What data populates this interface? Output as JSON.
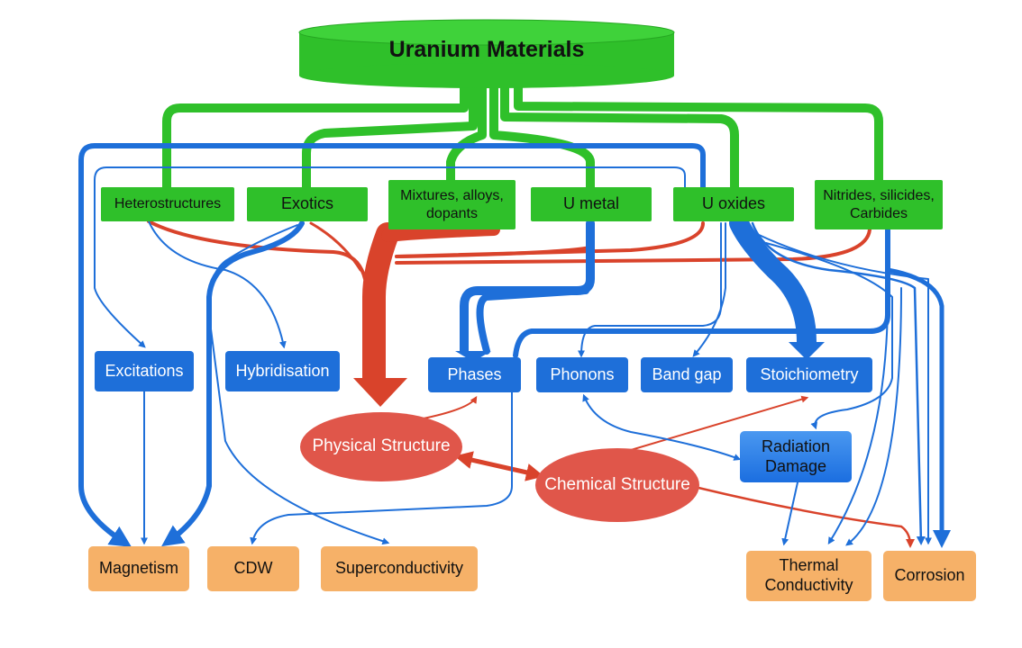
{
  "title": "Uranium Materials",
  "materials": {
    "heterostructures": "Heterostructures",
    "exotics": "Exotics",
    "mixtures": "Mixtures, alloys, dopants",
    "u_metal": "U metal",
    "u_oxides": "U oxides",
    "nitrides": "Nitrides, silicides, Carbides"
  },
  "phenomena": {
    "excitations": "Excitations",
    "hybridisation": "Hybridisation",
    "phases": "Phases",
    "phonons": "Phonons",
    "band_gap": "Band gap",
    "stoichiometry": "Stoichiometry",
    "radiation_damage": "Radiation Damage"
  },
  "structures": {
    "physical": "Physical Structure",
    "chemical": "Chemical Structure"
  },
  "properties": {
    "magnetism": "Magnetism",
    "cdw": "CDW",
    "superconductivity": "Superconductivity",
    "thermal_conductivity": "Thermal Conductivity",
    "corrosion": "Corrosion"
  },
  "colors": {
    "green": "#2fc02a",
    "blue": "#1e6fd9",
    "red": "#e0564a",
    "arrow_red": "#d9432b",
    "orange": "#f6b168"
  }
}
